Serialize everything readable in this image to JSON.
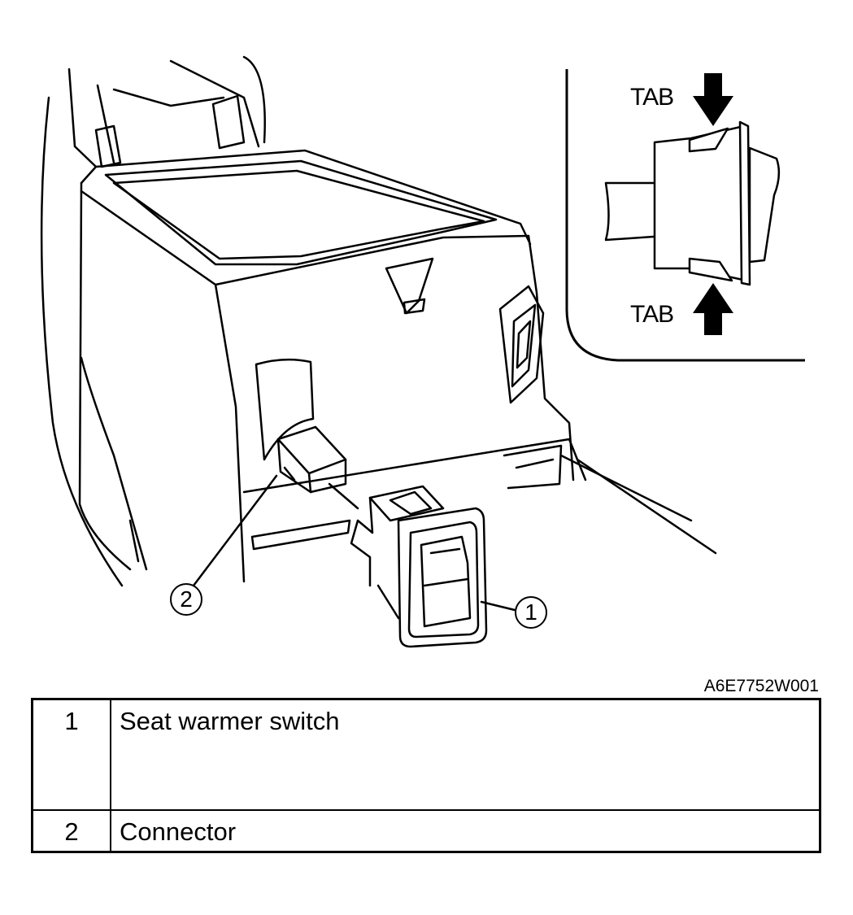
{
  "inset": {
    "tab_top_label": "TAB",
    "tab_bottom_label": "TAB"
  },
  "callouts": {
    "c1": "1",
    "c2": "2"
  },
  "figure_id": "A6E7752W001",
  "legend": [
    {
      "number": "1",
      "description": "Seat warmer switch"
    },
    {
      "number": "2",
      "description": "Connector"
    }
  ]
}
